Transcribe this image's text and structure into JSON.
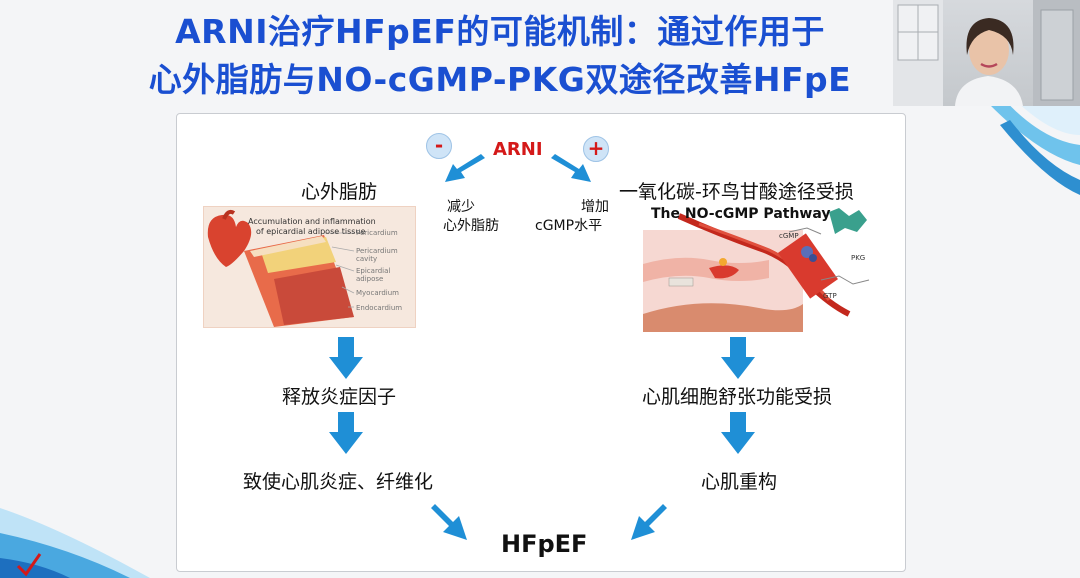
{
  "title": {
    "line1": "ARNI治疗HFpEF的可能机制：通过作用于",
    "line2": "心外脂肪与NO-cGMP-PKG双途径改善HFpE"
  },
  "diagram": {
    "center": "ARNI",
    "minus": "-",
    "plus": "+",
    "left_effect": [
      "减少",
      "心外脂肪"
    ],
    "right_effect": [
      "增加",
      "cGMP水平"
    ],
    "left": {
      "heading": "心外脂肪",
      "figure_title": [
        "Accumulation and inflammation",
        "of epicardial adipose tissue"
      ],
      "figure_labels": [
        "Pericardium",
        "Pericardium cavity",
        "Epicardial adipose",
        "Myocardium",
        "Endocardium"
      ],
      "step1": "释放炎症因子",
      "step2": "致使心肌炎症、纤维化"
    },
    "right": {
      "heading": "一氧化碳-环鸟甘酸途径受损",
      "figure_title": "The NO-cGMP Pathway",
      "figure_labels": [
        "cGMP",
        "PKG",
        "GTP"
      ],
      "step1": "心肌细胞舒张功能受损",
      "step2": "心肌重构"
    },
    "outcome": "HFpEF"
  },
  "colors": {
    "title": "#1a4fd1",
    "arrow": "#1f8fd6",
    "arni": "#d41919"
  }
}
